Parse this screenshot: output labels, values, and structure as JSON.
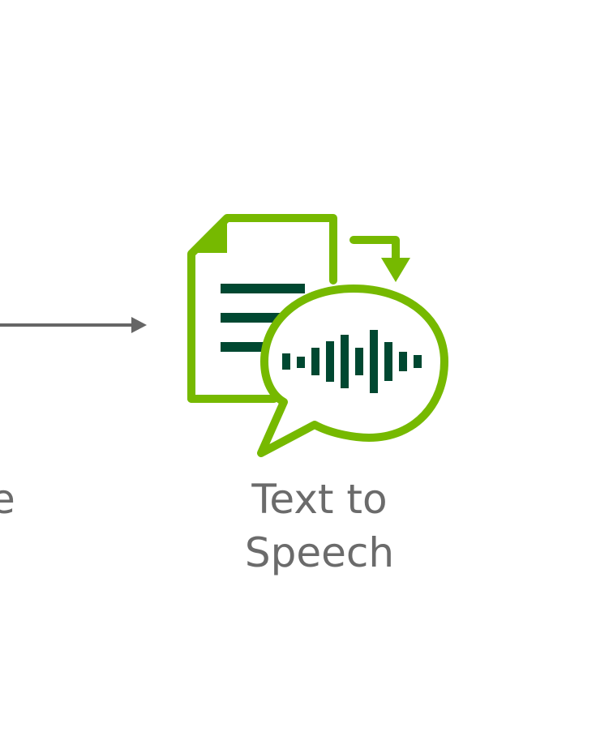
{
  "node": {
    "title_line1": "Text to",
    "title_line2": "Speech",
    "icon": "text-to-speech-icon"
  },
  "previous_node": {
    "partial_label": "e"
  },
  "colors": {
    "accent_green": "#76b900",
    "dark_green": "#004831",
    "arrow_gray": "#666666",
    "text_gray": "#6b6b6b",
    "background": "#ffffff"
  }
}
